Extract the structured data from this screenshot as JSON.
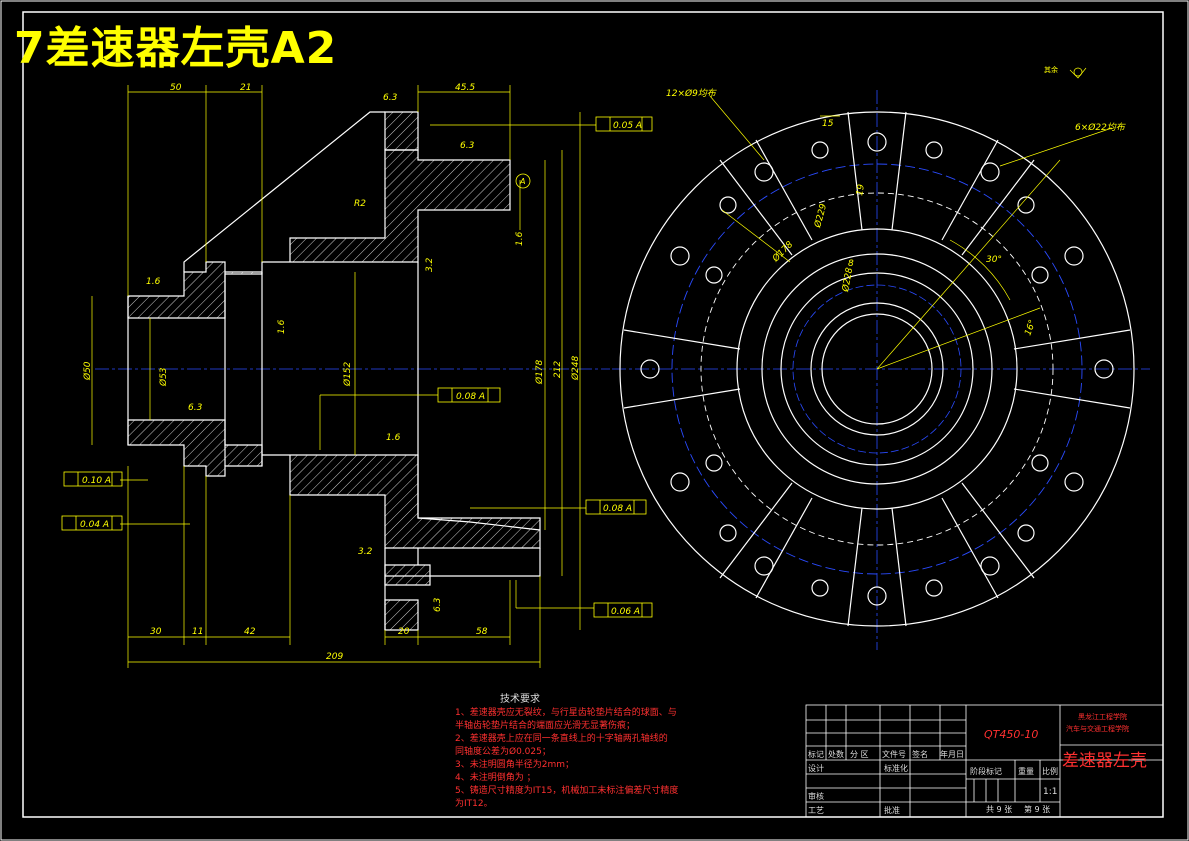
{
  "header": {
    "title": "7差速器左壳A2"
  },
  "roughness_note": "其余",
  "left_view": {
    "top_dims": [
      "50",
      "21",
      "45.5"
    ],
    "bottom_dims": [
      "30",
      "11",
      "42",
      "20",
      "58"
    ],
    "overall_length": "209",
    "roughness": [
      "6.3",
      "6.3",
      "1.6",
      "6.3",
      "1.6",
      "3.2",
      "3.2",
      "1.6",
      "6.3"
    ],
    "tolerances": [
      "0.05 A",
      "0.08 A",
      "0.08 A",
      "0.10 A",
      "0.04 A",
      "0.06 A"
    ],
    "datum": "A",
    "radius": "R2",
    "diam_labels": [
      "Ø53",
      "Ø152",
      "Ø178",
      "212",
      "Ø248",
      "Ø50"
    ],
    "angle_label": "1.6"
  },
  "right_view": {
    "holes_note": "12×Ø9均布",
    "holes_note2": "6×Ø22均布",
    "dims": [
      "Ø229",
      "Ø178",
      "Ø228",
      "15",
      "19",
      "8"
    ],
    "angles": [
      "30°",
      "16°"
    ]
  },
  "tech_requirements": {
    "heading": "技术要求",
    "items": [
      "1、差速器壳应无裂纹，与行星齿轮垫片结合的球面、与",
      "   半轴齿轮垫片结合的端面应光滑无显著伤痕；",
      "2、差速器壳上应在同一条直线上的十字轴两孔轴线的",
      "   同轴度公差为Ø0.025；",
      "3、未注明圆角半径为2mm；",
      "4、未注明倒角为      ；",
      "5、铸造尺寸精度为IT15，机械加工未标注偏差尺寸精度",
      "   为IT12。"
    ]
  },
  "title_block": {
    "material": "QT450-10",
    "school_line1": "黑龙江工程学院",
    "school_line2": "汽车与交通工程学院",
    "part_name": "差速器左壳",
    "row_labels": [
      "标记",
      "处数",
      "分 区",
      "文件号",
      "签名",
      "年月日"
    ],
    "design": "设计",
    "standardize": "标准化",
    "review": "审核",
    "process": "工艺",
    "approve": "批准",
    "stage_mark": "阶段标记",
    "weight": "重量",
    "scale_label": "比例",
    "scale": "1:1",
    "sheets_total": "共 9 张",
    "sheet_no": "第 9 张"
  },
  "colors": {
    "line": "#ffffff",
    "dim": "#ffff00",
    "center": "#2020ff",
    "note": "#ff3030",
    "bg": "#000000"
  }
}
